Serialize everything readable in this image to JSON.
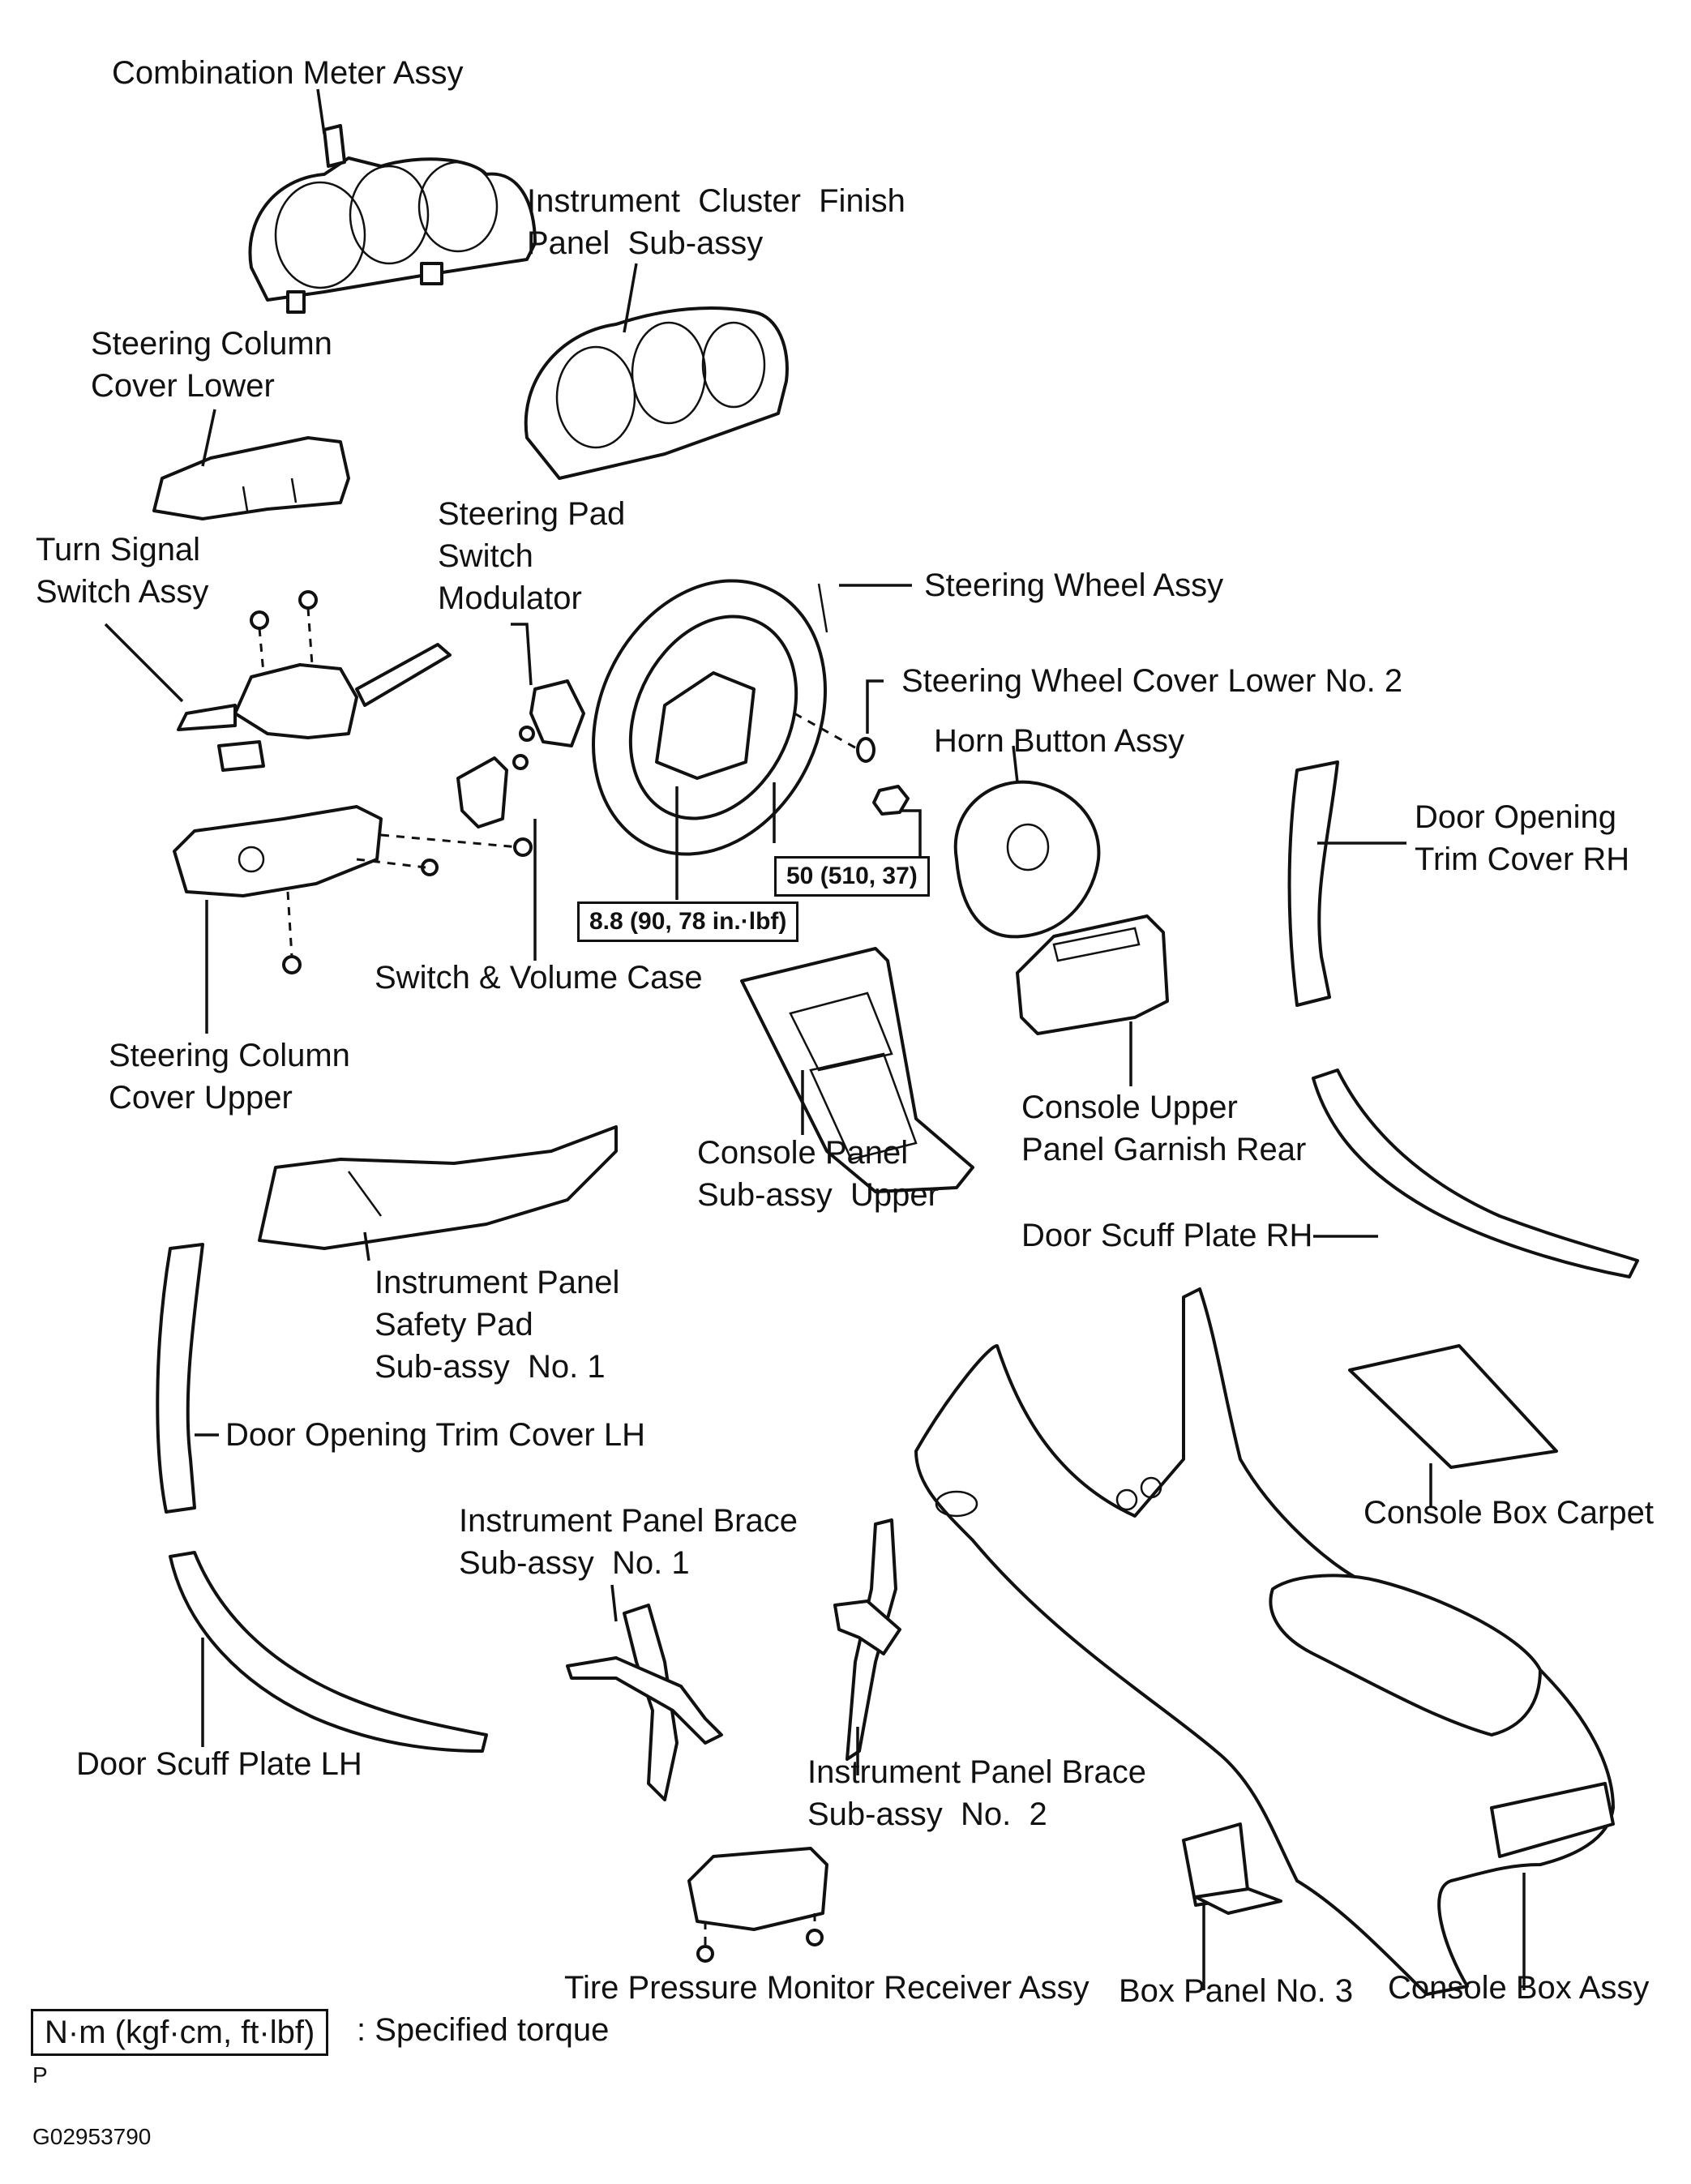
{
  "labels": {
    "combination_meter": "Combination Meter Assy",
    "cluster_finish_1": "Instrument  Cluster  Finish",
    "cluster_finish_2": "Panel  Sub-assy",
    "column_cover_lower_1": "Steering Column",
    "column_cover_lower_2": "Cover Lower",
    "pad_switch_1": "Steering Pad",
    "pad_switch_2": "Switch",
    "pad_switch_3": "Modulator",
    "turn_signal_1": "Turn Signal",
    "turn_signal_2": "Switch Assy",
    "steering_wheel": "Steering Wheel Assy",
    "wheel_cover_lower": "Steering Wheel Cover Lower No. 2",
    "horn_button": "Horn Button Assy",
    "door_trim_rh_1": "Door Opening",
    "door_trim_rh_2": "Trim Cover RH",
    "switch_volume_case": "Switch & Volume Case",
    "column_cover_upper_1": "Steering Column",
    "column_cover_upper_2": "Cover Upper",
    "console_upper_garnish_1": "Console Upper",
    "console_upper_garnish_2": "Panel Garnish Rear",
    "console_panel_1": "Console Panel",
    "console_panel_2": "Sub-assy  Upper",
    "door_scuff_rh": "Door Scuff Plate RH",
    "safety_pad_1": "Instrument Panel",
    "safety_pad_2": "Safety Pad",
    "safety_pad_3": "Sub-assy  No. 1",
    "door_trim_lh": "Door Opening Trim Cover LH",
    "console_box_carpet": "Console Box Carpet",
    "brace_1_1": "Instrument Panel Brace",
    "brace_1_2": "Sub-assy  No. 1",
    "door_scuff_lh": "Door Scuff Plate LH",
    "brace_2_1": "Instrument Panel Brace",
    "brace_2_2": "Sub-assy  No.  2",
    "tpms_receiver": "Tire Pressure Monitor Receiver Assy",
    "box_panel_3": "Box Panel No. 3",
    "console_box": "Console Box Assy"
  },
  "torques": {
    "wheel_nut": "50 (510, 37)",
    "pad_screw": "8.8 (90, 78 in.·lbf)"
  },
  "legend": {
    "unit_box": "N·m (kgf·cm, ft·lbf)",
    "description": ": Specified torque"
  },
  "footer": {
    "code_letter": "P",
    "figure_id": "G02953790"
  }
}
